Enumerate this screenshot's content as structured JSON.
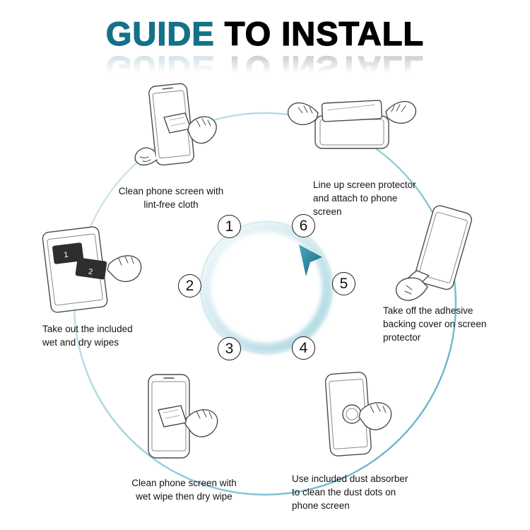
{
  "title": {
    "highlight": "GUIDE",
    "rest": "TO INSTALL"
  },
  "steps": [
    {
      "number": "1",
      "caption": "Clean phone screen with\nlint-free cloth"
    },
    {
      "number": "2",
      "caption": "Take out the included\nwet and dry wipes"
    },
    {
      "number": "3",
      "caption": "Clean phone screen with\nwet wipe then dry wipe"
    },
    {
      "number": "4",
      "caption": "Use included dust absorber\nto clean the dust dots on\nphone screen"
    },
    {
      "number": "5",
      "caption": "Take off the adhesive\nbacking cover on screen\nprotector"
    },
    {
      "number": "6",
      "caption": "Line up screen protector\nand attach to phone\nscreen"
    }
  ],
  "illustrations": {
    "wipes": {
      "packet_labels": [
        "1",
        "2"
      ]
    }
  },
  "colors": {
    "title_accent": "#15718a",
    "title_main": "#000000",
    "ring_light": "#d9edf1",
    "ring_teal": "#66b7c9",
    "arrow_teal": "#2f93a8"
  }
}
